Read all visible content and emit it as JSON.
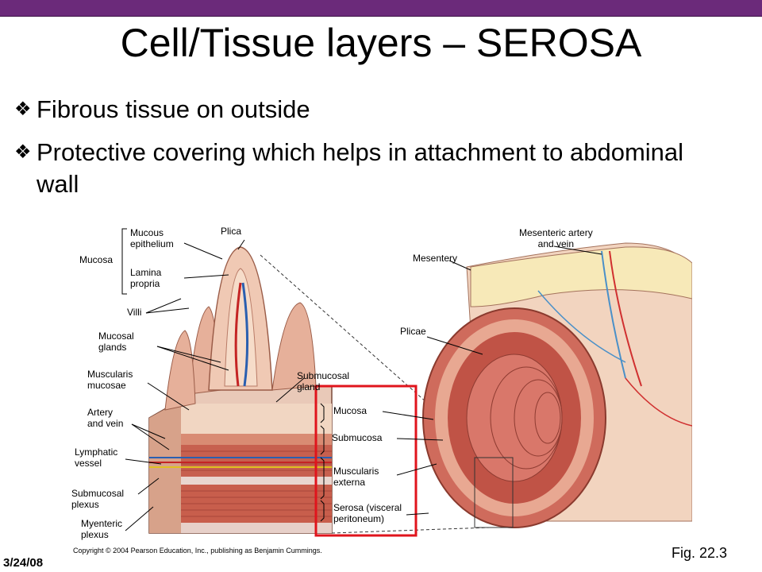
{
  "slide": {
    "title": "Cell/Tissue layers – SEROSA",
    "bullets": [
      "Fibrous tissue on outside",
      "Protective covering which helps in attachment to abdominal wall"
    ],
    "bullet_glyph": "❖",
    "date": "3/24/08",
    "figure_ref": "Fig. 22.3",
    "copyright": "Copyright © 2004 Pearson Education, Inc., publishing as Benjamin Cummings."
  },
  "figure_labels": {
    "mucosa": "Mucosa",
    "mucous_epithelium": "Mucous\nepithelium",
    "plica": "Plica",
    "lamina_propria": "Lamina\npropria",
    "villi": "Villi",
    "mucosal_glands": "Mucosal\nglands",
    "muscularis_mucosae": "Muscularis\nmucosae",
    "artery_vein": "Artery\nand vein",
    "lymphatic_vessel": "Lymphatic\nvessel",
    "submucosal_plexus": "Submucosal\nplexus",
    "myenteric_plexus": "Myenteric\nplexus",
    "submucosal_gland": "Submucosal\ngland",
    "layer_mucosa": "Mucosa",
    "layer_submucosa": "Submucosa",
    "layer_muscularis": "Muscularis\nexterna",
    "layer_serosa": "Serosa (visceral\nperitoneum)",
    "mesentery": "Mesentery",
    "mesenteric_artery": "Mesenteric artery\nand vein",
    "plicae": "Plicae"
  },
  "colors": {
    "top_bar": "#6b2a7a",
    "highlight_box": "#e0141c"
  }
}
